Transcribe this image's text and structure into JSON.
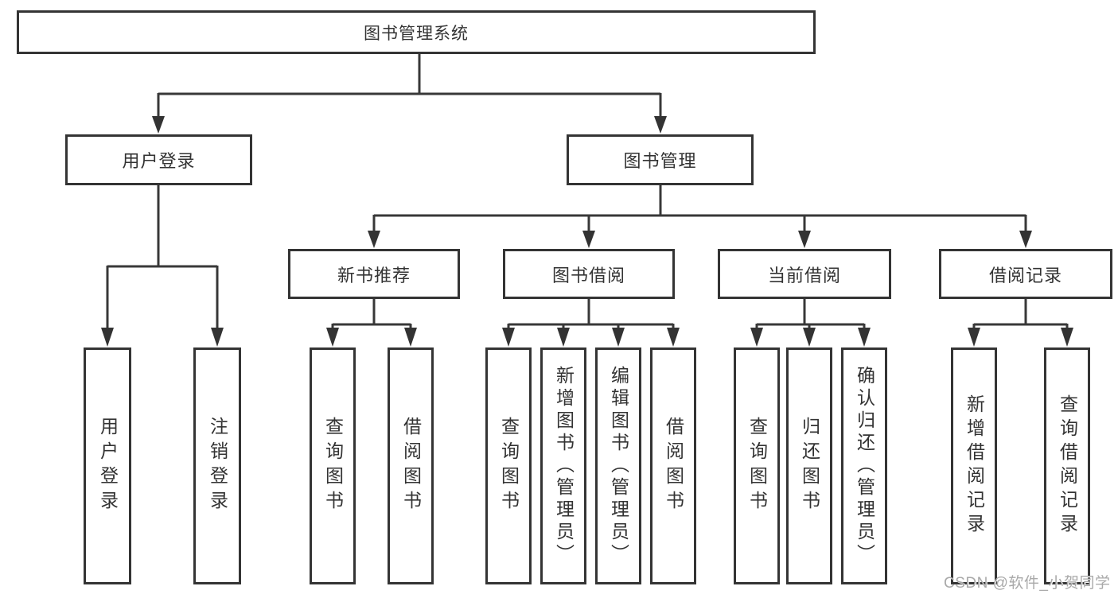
{
  "tree": {
    "root": "图书管理系统",
    "level2": [
      {
        "label": "用户登录",
        "children": [
          "用户登录",
          "注销登录"
        ]
      },
      {
        "label": "图书管理",
        "children": [
          {
            "label": "新书推荐",
            "children": [
              "查询图书",
              "借阅图书"
            ]
          },
          {
            "label": "图书借阅",
            "children": [
              "查询图书",
              "新增图书（管理员）",
              "编辑图书（管理员）",
              "借阅图书"
            ]
          },
          {
            "label": "当前借阅",
            "children": [
              "查询图书",
              "归还图书",
              "确认归还（管理员）"
            ]
          },
          {
            "label": "借阅记录",
            "children": [
              "新增借阅记录",
              "查询借阅记录"
            ]
          }
        ]
      }
    ]
  },
  "watermark": "CSDN @软件_小贺同学",
  "colors": {
    "line": "#383838",
    "box_border": "#343434",
    "text": "#333333",
    "watermark": "#a9a9a9",
    "background": "#ffffff"
  }
}
